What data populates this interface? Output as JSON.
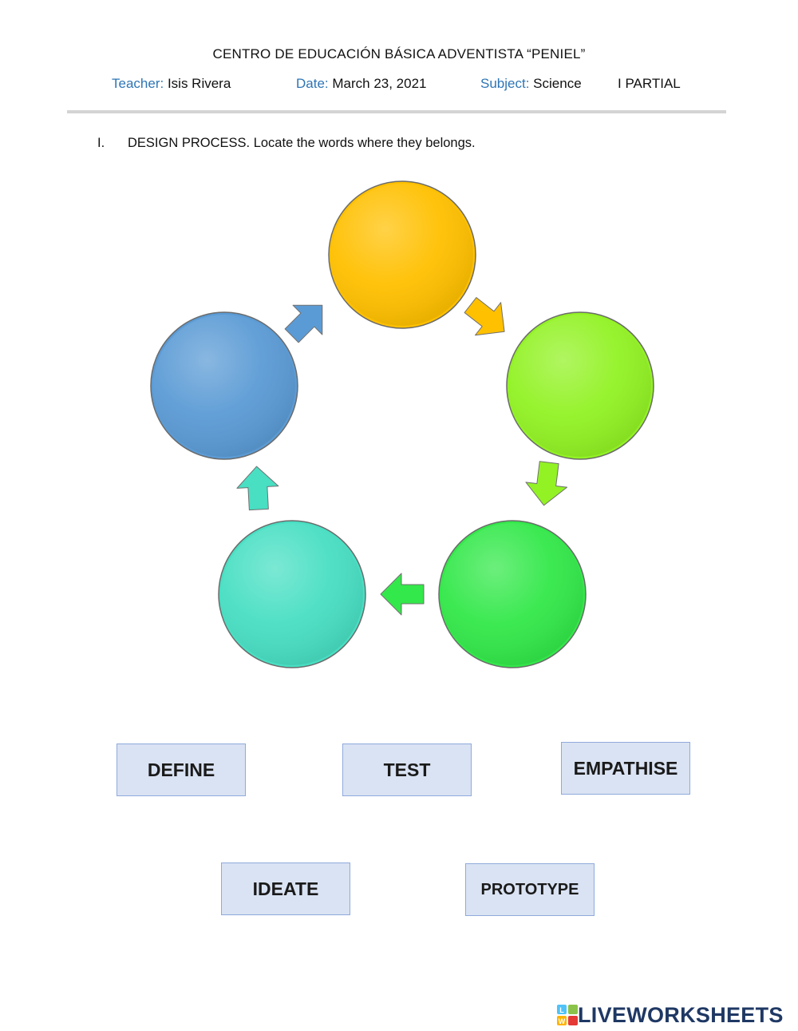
{
  "header": {
    "school": "CENTRO DE EDUCACIÓN BÁSICA ADVENTISTA “PENIEL”",
    "teacher_label": "Teacher:",
    "teacher": "Isis Rivera",
    "date_label": "Date:",
    "date": "March 23, 2021",
    "subject_label": "Subject:",
    "subject": "Science",
    "partial": "I PARTIAL"
  },
  "instruction": {
    "number": "I.",
    "text": "DESIGN PROCESS. Locate the words where they belongs."
  },
  "diagram": {
    "circles": [
      {
        "color": "#ffc000",
        "stroke": "#6b6b6b"
      },
      {
        "color": "#92f224",
        "stroke": "#6b6b6b"
      },
      {
        "color": "#33e84a",
        "stroke": "#6b6b6b"
      },
      {
        "color": "#48dfc3",
        "stroke": "#6b6b6b"
      },
      {
        "color": "#5b9bd5",
        "stroke": "#6b6b6b"
      }
    ],
    "arrow_colors": [
      "#ffc000",
      "#92f224",
      "#33e84a",
      "#48dfc3",
      "#5b9bd5"
    ]
  },
  "words": [
    "DEFINE",
    "TEST",
    "EMPATHISE",
    "IDEATE",
    "PROTOTYPE"
  ],
  "brand": {
    "name": "LIVEWORKSHEETS",
    "tiles": [
      "L",
      "W"
    ],
    "tile_colors": [
      "#4fc3f7",
      "#8bc34a",
      "#ffb300",
      "#e53935"
    ]
  }
}
